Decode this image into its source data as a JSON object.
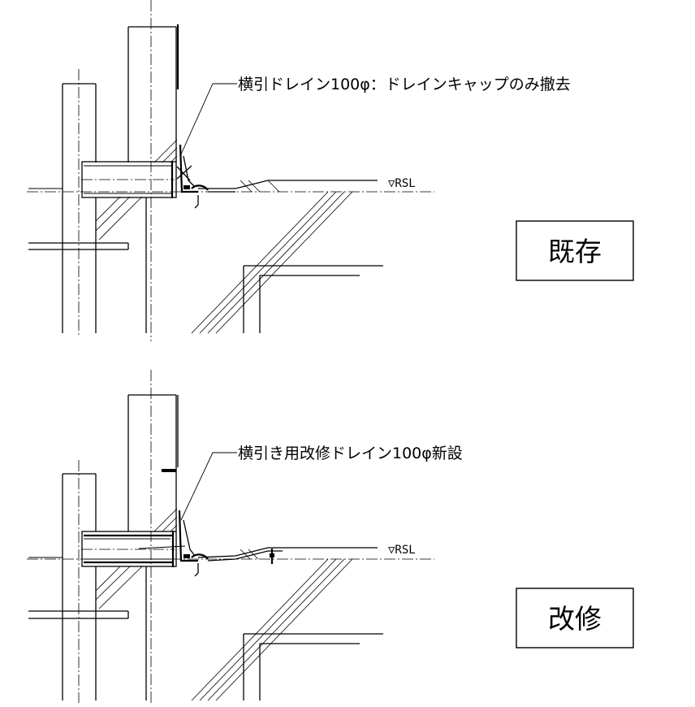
{
  "existing": {
    "title": "既存",
    "note": "横引ドレイン100φ：ドレインキャップのみ撤去",
    "level": "▽RSL"
  },
  "renovation": {
    "title": "改修",
    "note": "横引き用改修ドレイン100φ新設",
    "level": "▽RSL"
  }
}
